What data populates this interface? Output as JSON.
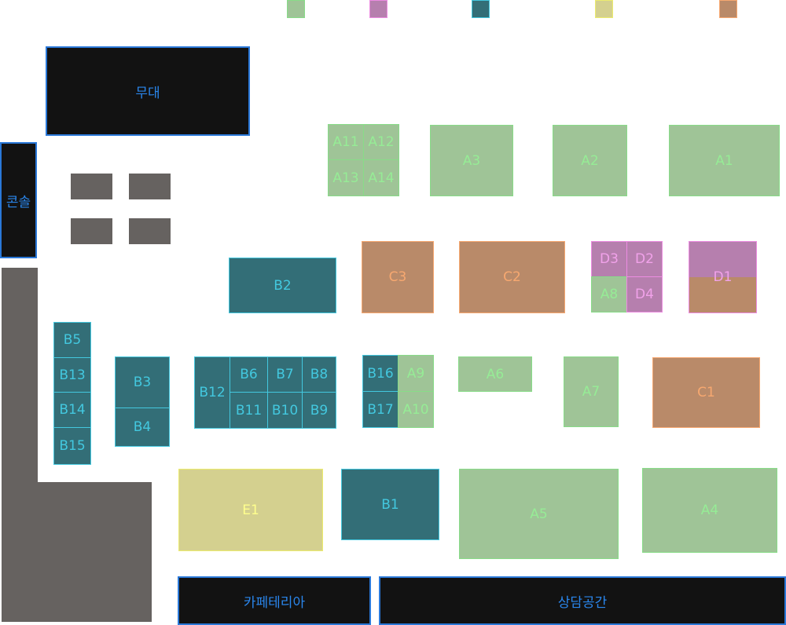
{
  "legend": {
    "swatches": [
      {
        "key": "green",
        "color": "#9fc497"
      },
      {
        "key": "pink",
        "color": "#b67fae"
      },
      {
        "key": "teal",
        "color": "#336e77"
      },
      {
        "key": "yellow",
        "color": "#d4d08f"
      },
      {
        "key": "orange",
        "color": "#b98a69"
      }
    ]
  },
  "zones": {
    "stage": "무대",
    "console": "콘솔",
    "cafeteria": "카페테리아",
    "consult": "상담공간"
  },
  "colors": {
    "green": "#9fc497",
    "teal": "#336e77",
    "orange": "#b98a69",
    "pink": "#b67fae",
    "yellow": "#d4d08f",
    "gray": "#666260",
    "black": "#121212",
    "outline_blue": "#2a78d8"
  },
  "booths": {
    "A1": "A1",
    "A2": "A2",
    "A3": "A3",
    "A4": "A4",
    "A5": "A5",
    "A6": "A6",
    "A7": "A7",
    "A8": "A8",
    "A9": "A9",
    "A10": "A10",
    "A11": "A11",
    "A12": "A12",
    "A13": "A13",
    "A14": "A14",
    "B1": "B1",
    "B2": "B2",
    "B3": "B3",
    "B4": "B4",
    "B5": "B5",
    "B6": "B6",
    "B7": "B7",
    "B8": "B8",
    "B9": "B9",
    "B10": "B10",
    "B11": "B11",
    "B12": "B12",
    "B13": "B13",
    "B14": "B14",
    "B15": "B15",
    "B16": "B16",
    "B17": "B17",
    "C1": "C1",
    "C2": "C2",
    "C3": "C3",
    "D1": "D1",
    "D2": "D2",
    "D3": "D3",
    "D4": "D4",
    "E1": "E1"
  }
}
